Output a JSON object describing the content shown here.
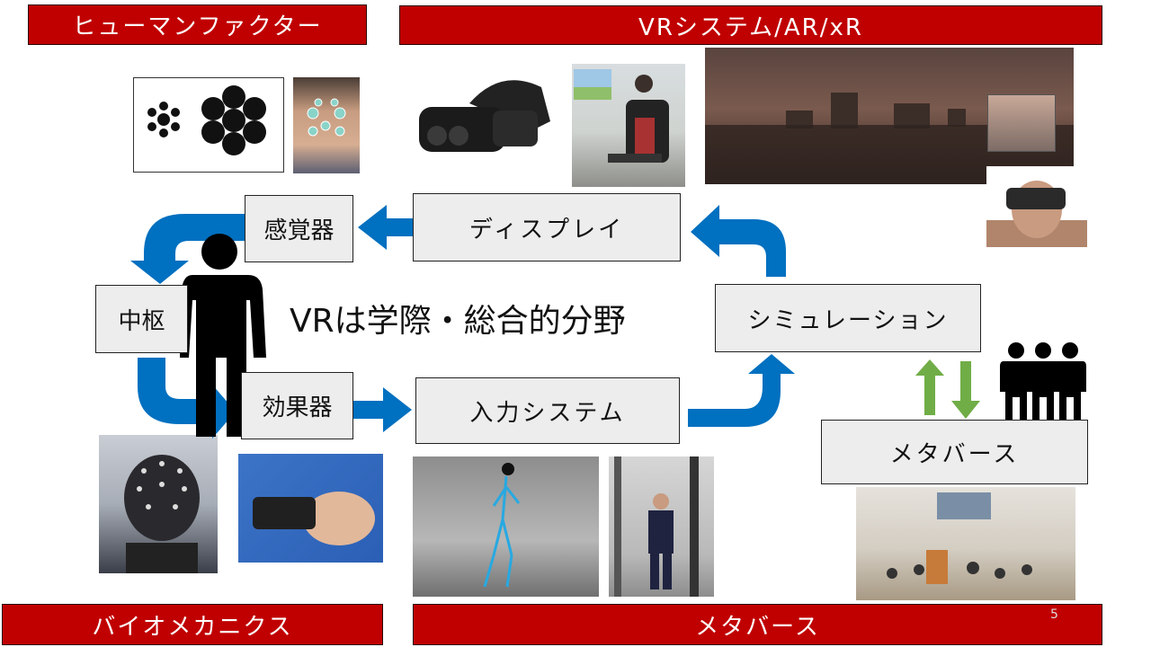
{
  "banners": {
    "human_factors": "ヒューマンファクター",
    "vr_system": "VRシステム/AR/xR",
    "biomechanics": "バイオメカニクス",
    "metaverse": "メタバース"
  },
  "boxes": {
    "sensory": "感覚器",
    "display": "ディスプレイ",
    "central": "中枢",
    "effector": "効果器",
    "input_system": "入力システム",
    "simulation": "シミュレーション",
    "metaverse": "メタバース"
  },
  "center_text": "VRは学際・総合的分野",
  "page_number": "5",
  "colors": {
    "banner": "#c00000",
    "arrow_blue": "#0070c0",
    "arrow_green": "#70ad47",
    "box_fill": "#ededed"
  },
  "icons": {
    "person": "person-silhouette-icon",
    "group": "people-group-icon"
  }
}
